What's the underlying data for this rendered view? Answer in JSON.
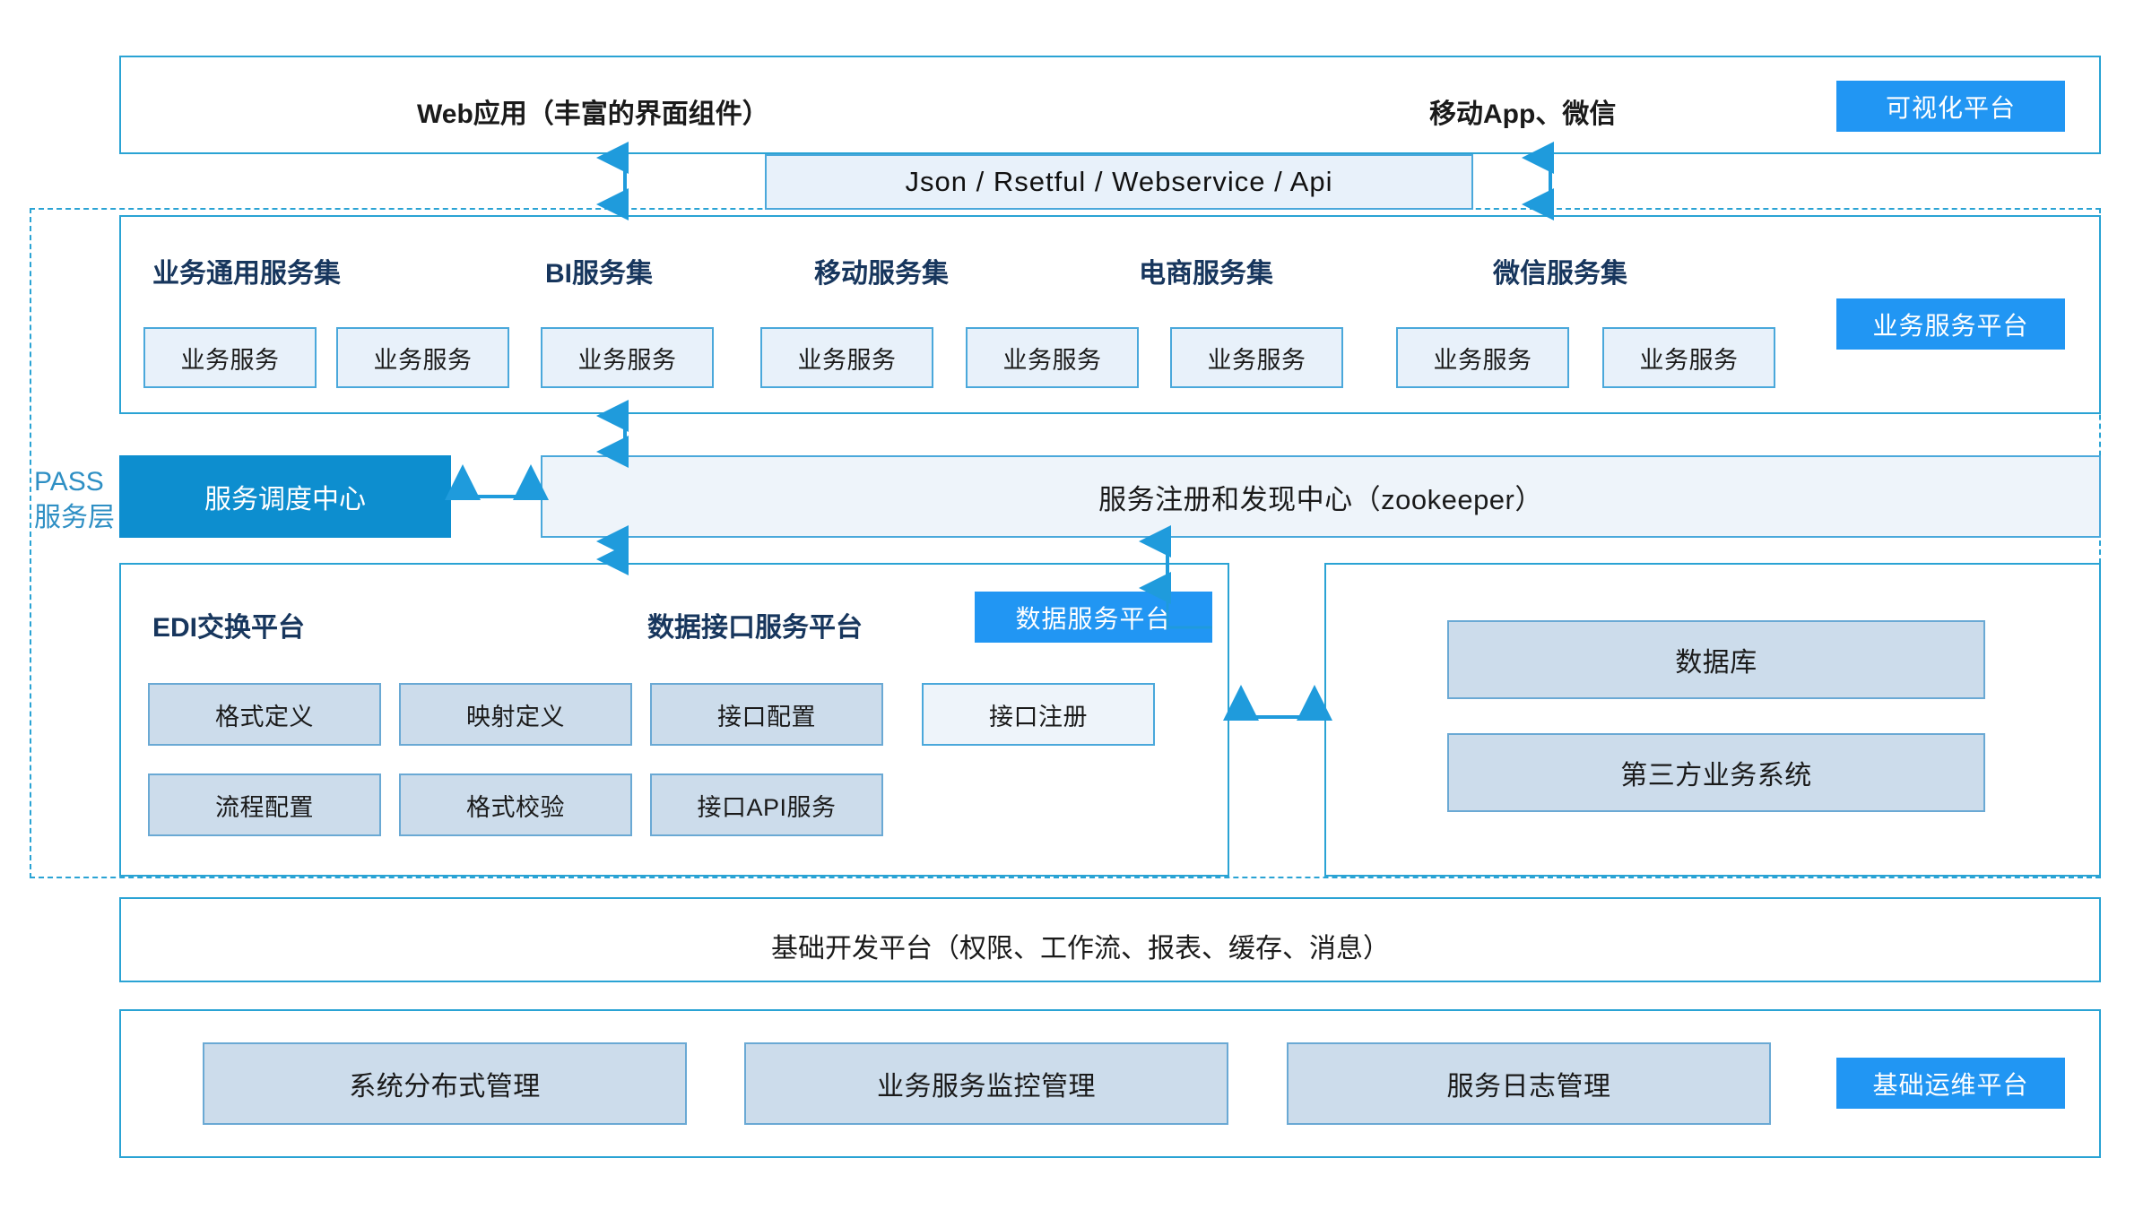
{
  "diagram": {
    "pass_label_line1": "PASS",
    "pass_label_line2": "服务层"
  },
  "top_layer": {
    "web_app": "Web应用（丰富的界面组件）",
    "mobile_app": "移动App、微信",
    "badge": "可视化平台"
  },
  "api_bar": {
    "label": "Json / Rsetful / Webservice / Api"
  },
  "service_layer": {
    "badge": "业务服务平台",
    "groups": [
      {
        "title": "业务通用服务集",
        "services": [
          "业务服务",
          "业务服务"
        ]
      },
      {
        "title": "BI服务集",
        "services": [
          "业务服务"
        ]
      },
      {
        "title": "移动服务集",
        "services": [
          "业务服务",
          "业务服务"
        ]
      },
      {
        "title": "电商服务集",
        "services": [
          "业务服务"
        ]
      },
      {
        "title": "微信服务集",
        "services": [
          "业务服务",
          "业务服务"
        ]
      }
    ],
    "service_boxes": [
      "业务服务",
      "业务服务",
      "业务服务",
      "业务服务",
      "业务服务",
      "业务服务",
      "业务服务",
      "业务服务"
    ]
  },
  "registry_layer": {
    "dispatch_center": "服务调度中心",
    "registry_center": "服务注册和发现中心（zookeeper）"
  },
  "data_layer": {
    "edi_title": "EDI交换平台",
    "interface_title": "数据接口服务平台",
    "badge": "数据服务平台",
    "edi_boxes_row1": [
      "格式定义",
      "映射定义"
    ],
    "edi_boxes_row2": [
      "流程配置",
      "格式校验"
    ],
    "interface_boxes_row1": [
      "接口配置"
    ],
    "interface_boxes_row2": [
      "接口API服务"
    ],
    "register_box": "接口注册",
    "external": [
      "数据库",
      "第三方业务系统"
    ]
  },
  "foundation_layer": {
    "label": "基础开发平台（权限、工作流、报表、缓存、消息）"
  },
  "ops_layer": {
    "badge": "基础运维平台",
    "boxes": [
      "系统分布式管理",
      "业务服务监控管理",
      "服务日志管理"
    ]
  },
  "colors": {
    "accent_blue": "#2196f3",
    "deep_blue": "#0d8ecf",
    "border_blue": "#4aa8db",
    "navy_text": "#17365d",
    "pale_fill": "#e8f1fa",
    "steel_fill": "#ccdceb"
  }
}
